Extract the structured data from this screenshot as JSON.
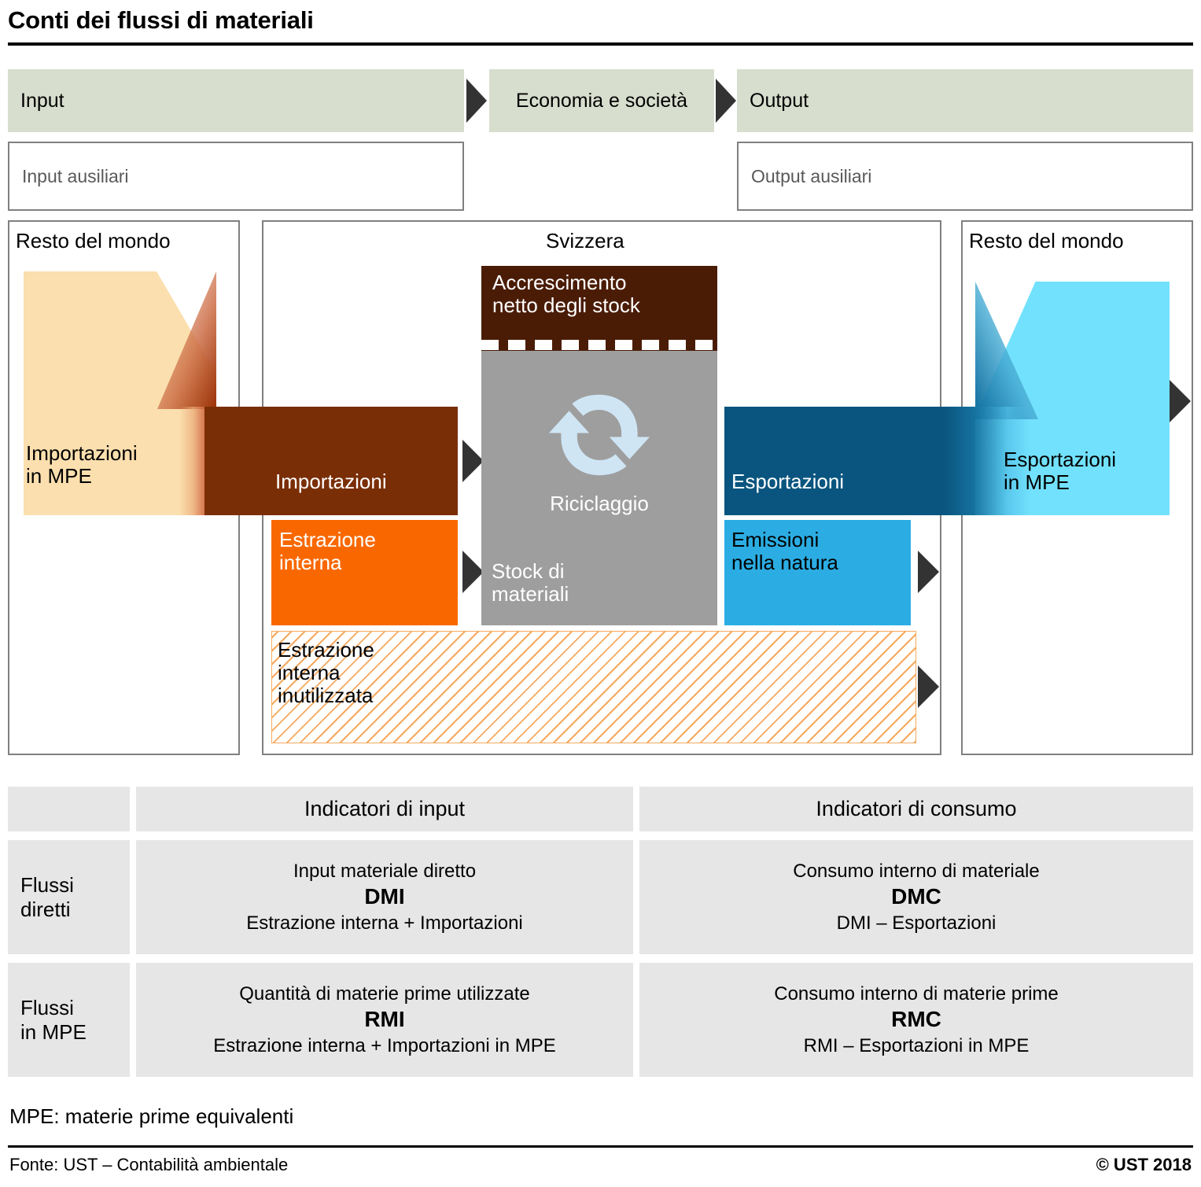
{
  "title": "Conti dei flussi di materiali",
  "header": {
    "input": "Input",
    "economy": "Economia e\nsocietà",
    "output": "Output",
    "input_aux": "Input ausiliari",
    "output_aux": "Output ausiliari"
  },
  "panels": {
    "rest_world_left": "Resto del mondo",
    "switzerland": "Svizzera",
    "rest_world_right": "Resto del mondo"
  },
  "blocks": {
    "imports_mpe": "Importazioni\nin MPE",
    "imports": "Importazioni",
    "extraction": "Estrazione\ninterna",
    "extraction_unused": "Estrazione\ninterna\ninutilizzata",
    "net_stock_growth": "Accrescimento\nnetto degli stock",
    "recycling": "Riciclaggio",
    "material_stock": "Stock di\nmateriali",
    "exports": "Esportazioni",
    "emissions": "Emissioni\nnella natura",
    "exports_mpe": "Esportazioni\nin MPE"
  },
  "colors": {
    "header_band": "#d8dece",
    "imports_mpe": "#fbdfae",
    "imports": "#7a2e06",
    "extraction": "#f96800",
    "extraction_unused_hatch": "#f6a95e",
    "net_stock_growth": "#4a1c06",
    "material_stock": "#9e9e9e",
    "recycle_icon": "#cfe5f4",
    "exports": "#09557f",
    "emissions": "#2bade3",
    "exports_mpe": "#72e1fd",
    "arrow": "#333333",
    "table_cell": "#e6e6e6",
    "panel_border": "#808080"
  },
  "table": {
    "col_headers": [
      "Indicatori di input",
      "Indicatori di consumo"
    ],
    "rows": [
      {
        "label": "Flussi\ndiretti",
        "input": {
          "name": "Input materiale diretto",
          "code": "DMI",
          "formula": "Estrazione interna + Importazioni"
        },
        "consumption": {
          "name": "Consumo interno di materiale",
          "code": "DMC",
          "formula": "DMI – Esportazioni"
        }
      },
      {
        "label": "Flussi\nin MPE",
        "input": {
          "name": "Quantità di materie prime utilizzate",
          "code": "RMI",
          "formula": "Estrazione interna + Importazioni in MPE"
        },
        "consumption": {
          "name": "Consumo interno di materie prime",
          "code": "RMC",
          "formula": "RMI – Esportazioni in MPE"
        }
      }
    ]
  },
  "footer": {
    "note": "MPE: materie prime equivalenti",
    "source": "Fonte: UST – Contabilità ambientale",
    "copyright": "© UST 2018"
  },
  "icons": {
    "recycle": "recycle-icon",
    "flow_arrow": "flow-arrow-icon"
  }
}
